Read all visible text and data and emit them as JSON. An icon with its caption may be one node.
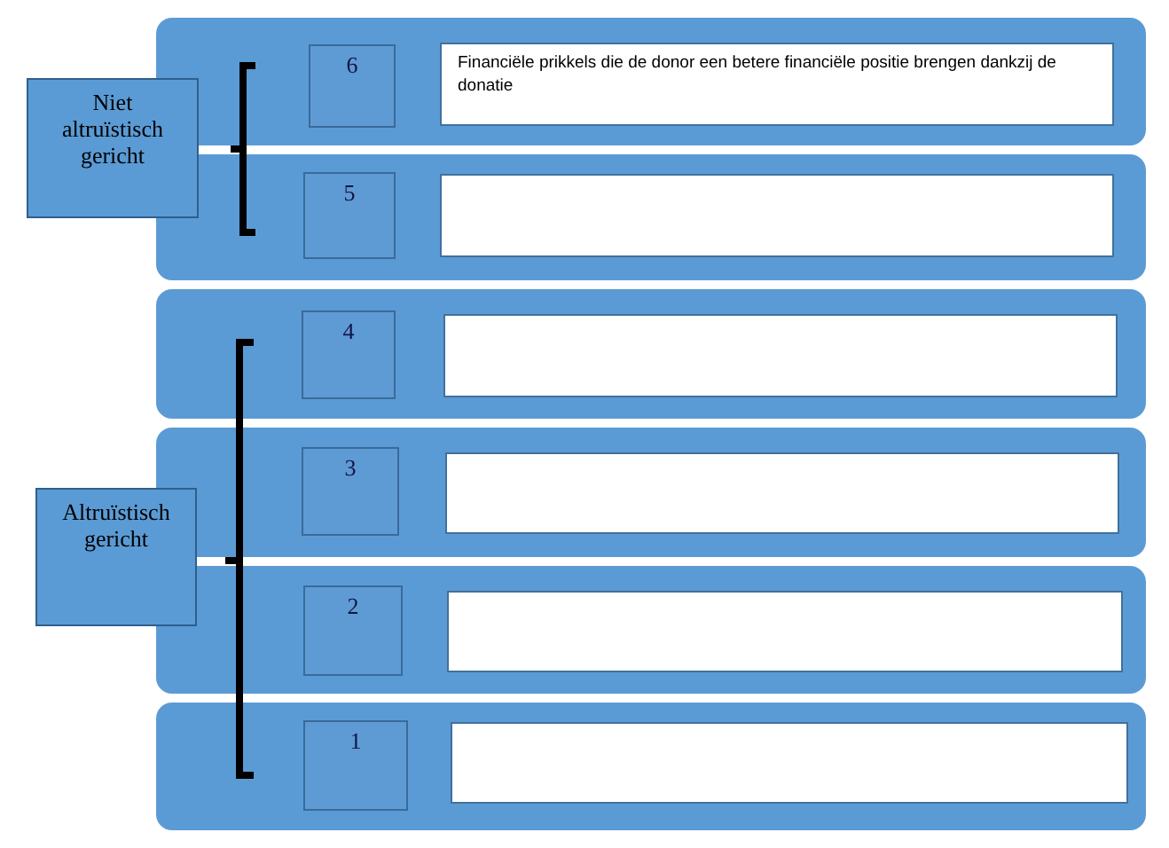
{
  "diagram": {
    "nodes": [
      {
        "text": [
          "Niet altruïstisch gericht"
        ]
      },
      {
        "text": [],
        "shape": "bar"
      },
      {
        "text": [
          "6"
        ],
        "in": 1
      },
      {
        "text": [
          "Financiële prikkels die de donor een betere financiële positie brengen dankzij de donatie"
        ],
        "in": 1
      },
      {
        "text": [],
        "shape": "bar"
      },
      {
        "text": [
          "5"
        ],
        "in": 4
      },
      {
        "text": [],
        "shape": "box",
        "in": 4
      },
      {
        "text": [
          "Altruïstisch gericht"
        ]
      },
      {
        "text": [],
        "shape": "bar"
      },
      {
        "text": [
          "4"
        ],
        "in": 8
      },
      {
        "text": [],
        "shape": "box",
        "in": 8
      },
      {
        "text": [],
        "shape": "bar"
      },
      {
        "text": [
          "3"
        ],
        "in": 11
      },
      {
        "text": [],
        "shape": "box",
        "in": 11
      },
      {
        "text": [],
        "shape": "bar"
      },
      {
        "text": [
          "2"
        ],
        "in": 14
      },
      {
        "text": [],
        "shape": "box",
        "in": 14
      },
      {
        "text": [],
        "shape": "bar"
      },
      {
        "text": [
          "1"
        ],
        "in": 17
      },
      {
        "text": [],
        "shape": "box",
        "in": 17
      }
    ]
  }
}
